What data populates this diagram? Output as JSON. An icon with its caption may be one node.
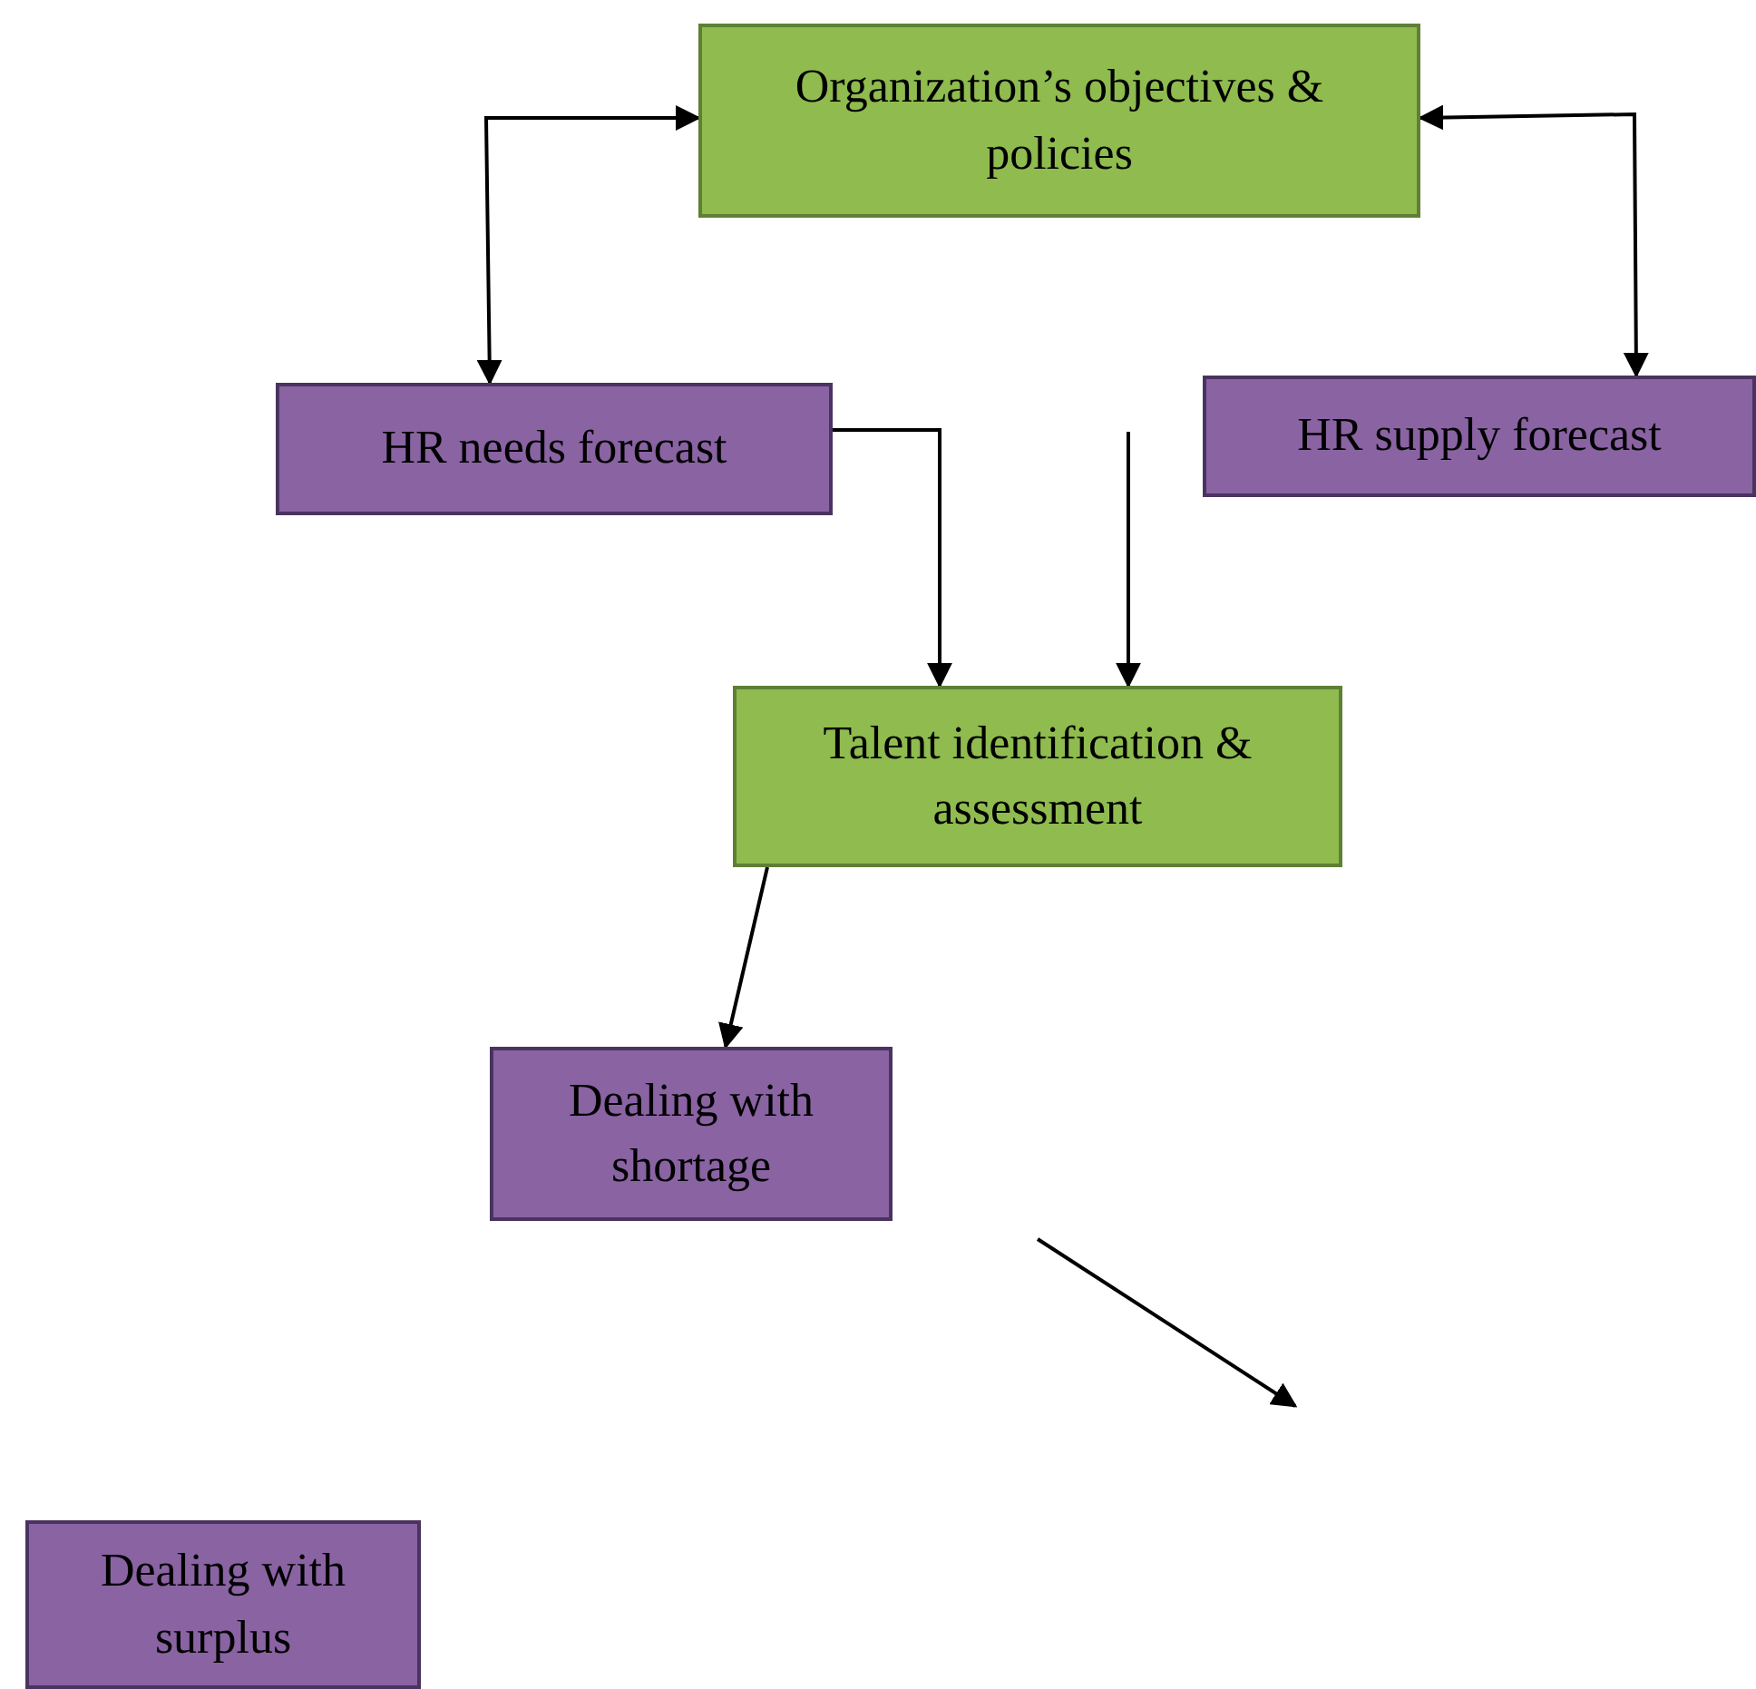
{
  "diagram": {
    "nodes": [
      {
        "text": [
          "Organization’s objectives & policies"
        ]
      },
      {
        "text": [
          "HR needs forecast"
        ]
      },
      {
        "text": [
          "HR supply forecast"
        ]
      },
      {
        "text": [
          "Talent identification & assessment"
        ]
      },
      {
        "text": [
          "Dealing with shortage"
        ]
      },
      {
        "text": [
          "Dealing with surplus"
        ]
      }
    ],
    "edges": [
      {
        "from": 1,
        "to": 0,
        "arrow": "both"
      },
      {
        "from": 2,
        "to": 0,
        "arrow": "both"
      },
      {
        "from": 1,
        "to": 3,
        "arrow": "to"
      },
      {
        "from": null,
        "to": 3,
        "arrow": "to"
      },
      {
        "from": 3,
        "to": 4,
        "arrow": "to"
      }
    ]
  }
}
